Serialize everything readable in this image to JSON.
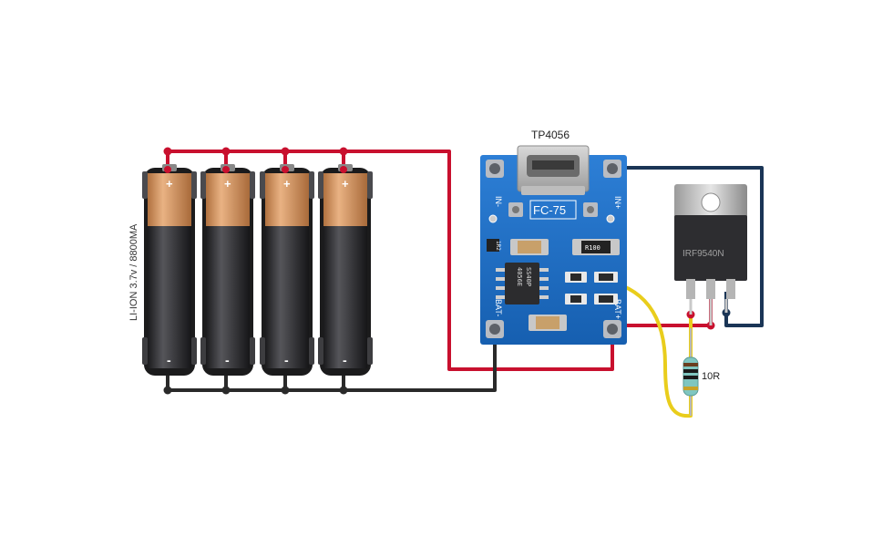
{
  "labels": {
    "module_title": "TP4056",
    "battery_pack": "LI-ION 3.7v / 8800MA",
    "board_text": "FC-75",
    "pin_in_minus": "IN-",
    "pin_in_plus": "IN+",
    "pin_bat_minus": "BAT-",
    "pin_bat_plus": "BAT+",
    "mosfet": "IRF9540N",
    "resistor": "10R",
    "ic_text_1": "4056E",
    "ic_text_2": "SS40P",
    "smd_r1": "1R2",
    "smd_r2": "R100"
  },
  "batteries": [
    {
      "plus": "+",
      "minus": "-"
    },
    {
      "plus": "+",
      "minus": "-"
    },
    {
      "plus": "+",
      "minus": "-"
    },
    {
      "plus": "+",
      "minus": "-"
    }
  ],
  "colors": {
    "wire_red": "#c8102e",
    "wire_black": "#2a2a2a",
    "wire_navy": "#1a3556",
    "wire_yellow": "#e9cd1c",
    "pcb": "#1f6fc4",
    "battery_copper": "#c98a56",
    "battery_body": "#2a2a2c"
  }
}
